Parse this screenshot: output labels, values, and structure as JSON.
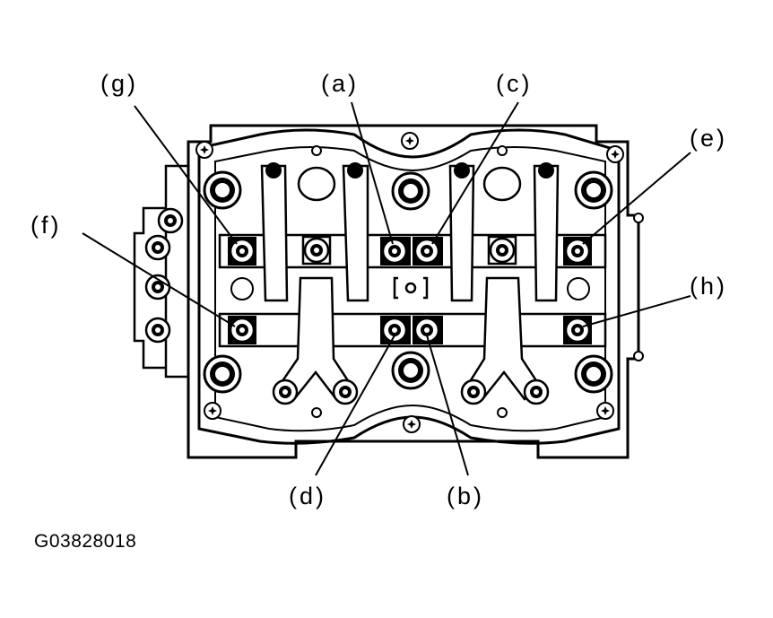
{
  "labels": {
    "a": "(a)",
    "b": "(b)",
    "c": "(c)",
    "d": "(d)",
    "e": "(e)",
    "f": "(f)",
    "g": "(g)",
    "h": "(h)"
  },
  "figure_code": "G03828018"
}
